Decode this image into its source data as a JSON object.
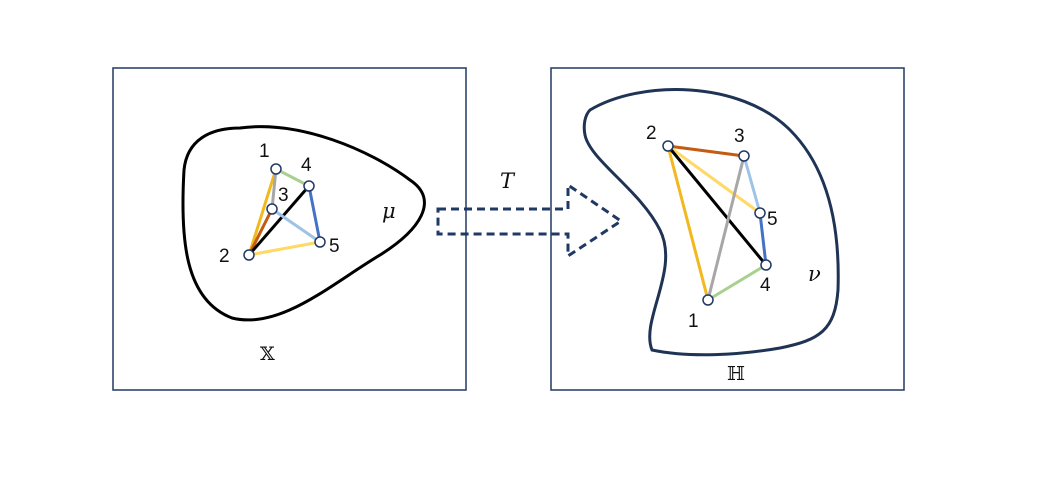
{
  "left_panel": {
    "space_label": "𝕏",
    "measure_label": "μ",
    "nodes": [
      "1",
      "2",
      "3",
      "4",
      "5"
    ],
    "edges": [
      {
        "from": "1",
        "to": "2",
        "color": "#F2B91E"
      },
      {
        "from": "1",
        "to": "3",
        "color": "#A7A7A7"
      },
      {
        "from": "1",
        "to": "4",
        "color": "#A9D18E"
      },
      {
        "from": "2",
        "to": "3",
        "color": "#C55A11"
      },
      {
        "from": "2",
        "to": "4",
        "color": "#000000"
      },
      {
        "from": "2",
        "to": "5",
        "color": "#FFD966"
      },
      {
        "from": "3",
        "to": "5",
        "color": "#9DC3E6"
      },
      {
        "from": "4",
        "to": "5",
        "color": "#4472C4"
      }
    ]
  },
  "right_panel": {
    "space_label": "ℍ",
    "measure_label": "ν",
    "nodes": [
      "1",
      "2",
      "3",
      "4",
      "5"
    ],
    "edges": [
      {
        "from": "2",
        "to": "1",
        "color": "#F2B91E"
      },
      {
        "from": "2",
        "to": "3",
        "color": "#C55A11"
      },
      {
        "from": "2",
        "to": "5",
        "color": "#FFD966"
      },
      {
        "from": "2",
        "to": "4",
        "color": "#000000"
      },
      {
        "from": "3",
        "to": "1",
        "color": "#A7A7A7"
      },
      {
        "from": "3",
        "to": "5",
        "color": "#9DC3E6"
      },
      {
        "from": "5",
        "to": "4",
        "color": "#4472C4"
      },
      {
        "from": "1",
        "to": "4",
        "color": "#A9D18E"
      }
    ]
  },
  "map": {
    "label": "T",
    "arrow_color": "#203864"
  },
  "colors": {
    "frame": "#203864",
    "left_blob": "#000000",
    "right_blob": "#1F3354",
    "node_stroke": "#203864"
  }
}
